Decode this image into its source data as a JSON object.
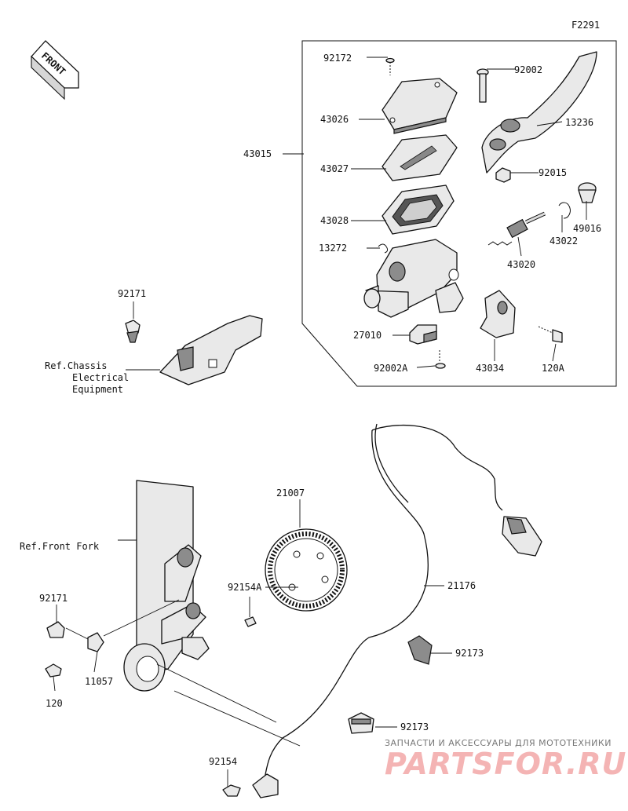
{
  "figure_code": "F2291",
  "front_badge": "FRONT",
  "watermark": {
    "line1": "ЗАПЧАСТИ И АКСЕССУАРЫ ДЛЯ МОТОТЕХНИКИ",
    "line2": "PARTSFOR.RU"
  },
  "refs": {
    "chassis_l1": "Ref.Chassis",
    "chassis_l2": "Electrical",
    "chassis_l3": "Equipment",
    "front_fork": "Ref.Front Fork"
  },
  "parts": {
    "p92172": "92172",
    "p92002_top": "92002",
    "p43026": "43026",
    "p13236": "13236",
    "p43015": "43015",
    "p43027": "43027",
    "p92015": "92015",
    "p43028": "43028",
    "p49016": "49016",
    "p43022": "43022",
    "p13272": "13272",
    "p43020": "43020",
    "p27010": "27010",
    "p43034": "43034",
    "p92002A": "92002A",
    "p120A": "120A",
    "p92171_top": "92171",
    "p21007": "21007",
    "p92154A": "92154A",
    "p21176": "21176",
    "p92171_bottom": "92171",
    "p92173_upper": "92173",
    "p11057": "11057",
    "p120": "120",
    "p92173_lower": "92173",
    "p92154": "92154"
  }
}
